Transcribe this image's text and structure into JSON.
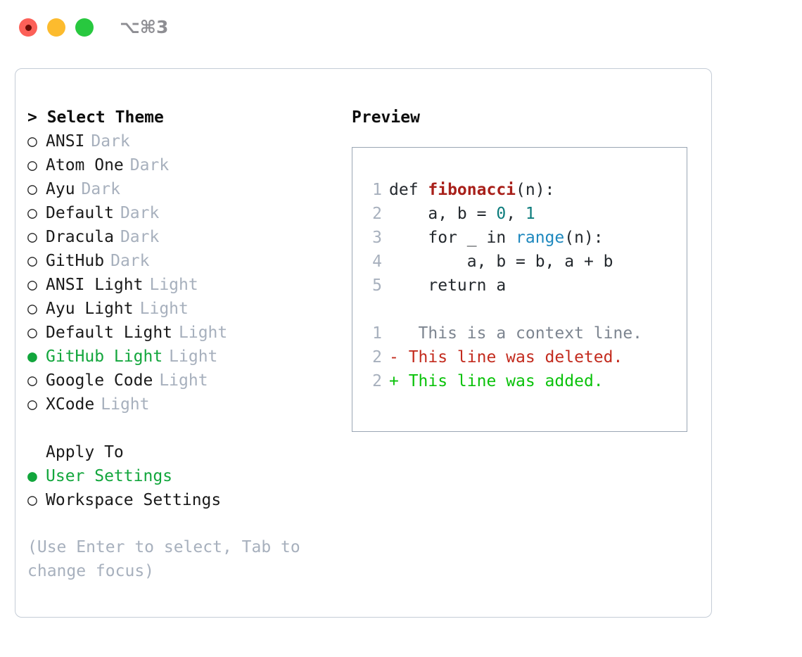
{
  "window": {
    "shortcut": "⌥⌘3",
    "traffic_lights": [
      "close-red",
      "minimize-yellow",
      "zoom-green"
    ],
    "colors": {
      "red": "#fc6058",
      "yellow": "#fcbb2e",
      "green": "#28c83f",
      "selection_green": "#12a63c",
      "muted": "#a7b0bd",
      "panel_border": "#c4ccd6"
    }
  },
  "theme_list": {
    "heading": "> Select Theme",
    "bullet_unselected": "○",
    "bullet_selected": "●",
    "items": [
      {
        "label": "ANSI",
        "tag": "Dark",
        "selected": false
      },
      {
        "label": "Atom One",
        "tag": "Dark",
        "selected": false
      },
      {
        "label": "Ayu",
        "tag": "Dark",
        "selected": false
      },
      {
        "label": "Default",
        "tag": "Dark",
        "selected": false
      },
      {
        "label": "Dracula",
        "tag": "Dark",
        "selected": false
      },
      {
        "label": "GitHub",
        "tag": "Dark",
        "selected": false
      },
      {
        "label": "ANSI Light",
        "tag": "Light",
        "selected": false
      },
      {
        "label": "Ayu Light",
        "tag": "Light",
        "selected": false
      },
      {
        "label": "Default Light",
        "tag": "Light",
        "selected": false
      },
      {
        "label": "GitHub Light",
        "tag": "Light",
        "selected": true
      },
      {
        "label": "Google Code",
        "tag": "Light",
        "selected": false
      },
      {
        "label": "XCode",
        "tag": "Light",
        "selected": false
      }
    ]
  },
  "apply_to": {
    "heading": "Apply To",
    "items": [
      {
        "label": "User Settings",
        "selected": true
      },
      {
        "label": "Workspace Settings",
        "selected": false
      }
    ]
  },
  "hint": "(Use Enter to select, Tab to change focus)",
  "preview": {
    "title": "Preview",
    "code": [
      {
        "n": "1",
        "parts": [
          {
            "t": "def ",
            "c": "plain"
          },
          {
            "t": "fibonacci",
            "c": "fn"
          },
          {
            "t": "(n):",
            "c": "plain"
          }
        ]
      },
      {
        "n": "2",
        "parts": [
          {
            "t": "    a, b = ",
            "c": "plain"
          },
          {
            "t": "0",
            "c": "num"
          },
          {
            "t": ", ",
            "c": "plain"
          },
          {
            "t": "1",
            "c": "num"
          }
        ]
      },
      {
        "n": "3",
        "parts": [
          {
            "t": "    for _ in ",
            "c": "plain"
          },
          {
            "t": "range",
            "c": "built"
          },
          {
            "t": "(n):",
            "c": "plain"
          }
        ]
      },
      {
        "n": "4",
        "parts": [
          {
            "t": "        a, b = b, a + b",
            "c": "plain"
          }
        ]
      },
      {
        "n": "5",
        "parts": [
          {
            "t": "    return a",
            "c": "plain"
          }
        ]
      }
    ],
    "diff": [
      {
        "n": "1",
        "marker": " ",
        "text": "  This is a context line.",
        "kind": "ctx"
      },
      {
        "n": "2",
        "marker": "-",
        "text": " This line was deleted.",
        "kind": "del"
      },
      {
        "n": "2",
        "marker": "+",
        "text": " This line was added.",
        "kind": "add"
      }
    ]
  }
}
